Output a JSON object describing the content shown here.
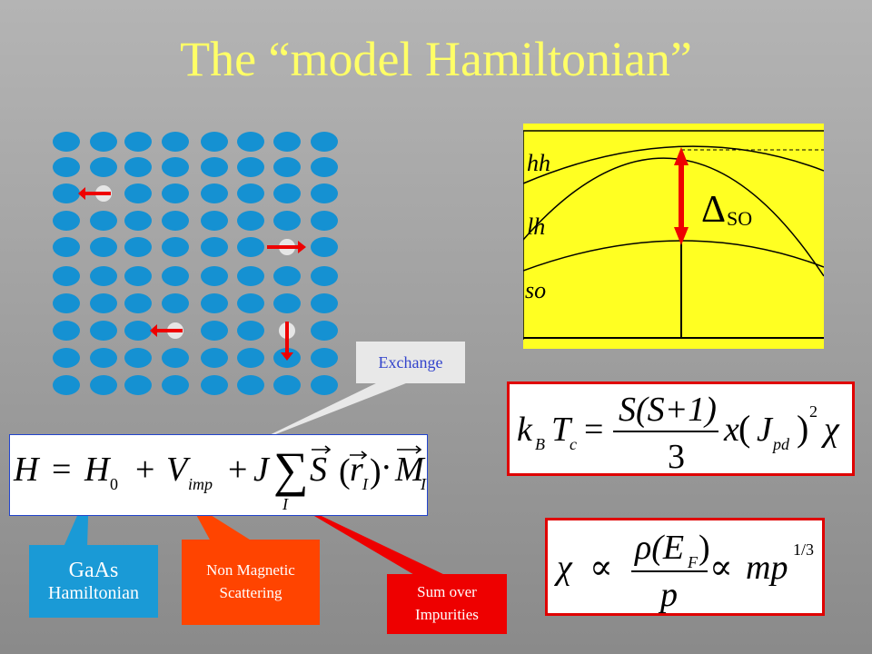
{
  "slide": {
    "title": "The “model Hamiltonian”"
  },
  "lattice": {
    "rows": 10,
    "cols": 8,
    "atom_color": "#1591d2",
    "dopant_color": "#e6e6e6",
    "spin_arrow_color": "#ee0000",
    "moments": [
      {
        "row": 2,
        "col": 1,
        "direction": "left"
      },
      {
        "row": 4,
        "col": 6,
        "direction": "right"
      },
      {
        "row": 7,
        "col": 3,
        "direction": "left"
      },
      {
        "row": 7,
        "col": 6,
        "direction": "down"
      }
    ]
  },
  "band_diagram": {
    "background": "#ffff22",
    "labels": {
      "hh": "hh",
      "lh": "lh",
      "so": "so",
      "delta_symbol": "Δ",
      "delta_subscript": "SO"
    }
  },
  "equations": {
    "hamiltonian": {
      "lhs": "H",
      "H0": "H",
      "H0_sub": "0",
      "Vimp": "V",
      "Vimp_sub": "imp",
      "J": "J",
      "sum_index": "I",
      "S": "S",
      "r": "r",
      "r_sub": "I",
      "M": "M",
      "M_sub": "I",
      "ops": [
        "=",
        "+",
        "+",
        "·"
      ]
    },
    "curie_temperature": {
      "k": "k",
      "k_sub": "B",
      "T": "T",
      "T_sub": "c",
      "numerator": "S(S+1)",
      "denominator": "3",
      "x": "x",
      "Jpd": "J",
      "Jpd_sub": "pd",
      "power": "2",
      "chi": "χ",
      "eq": "="
    },
    "susceptibility": {
      "chi": "χ",
      "propto": "∝",
      "numerator": "ρ(E",
      "num_sub": "F",
      "num_close": ")",
      "denominator": "p",
      "rhs": "mp",
      "power": "1/3"
    }
  },
  "callouts": {
    "exchange": "Exchange",
    "gaas_line1": "GaAs",
    "gaas_line2": "Hamiltonian",
    "nonmag_line1": "Non Magnetic",
    "nonmag_line2": "Scattering",
    "sum_line1": "Sum over",
    "sum_line2": "Impurities",
    "colors": {
      "exchange_bg": "#e8e8e8",
      "gaas_bg": "#1a9ad6",
      "nonmag_bg": "#ff4400",
      "sum_bg": "#ee0000"
    }
  }
}
